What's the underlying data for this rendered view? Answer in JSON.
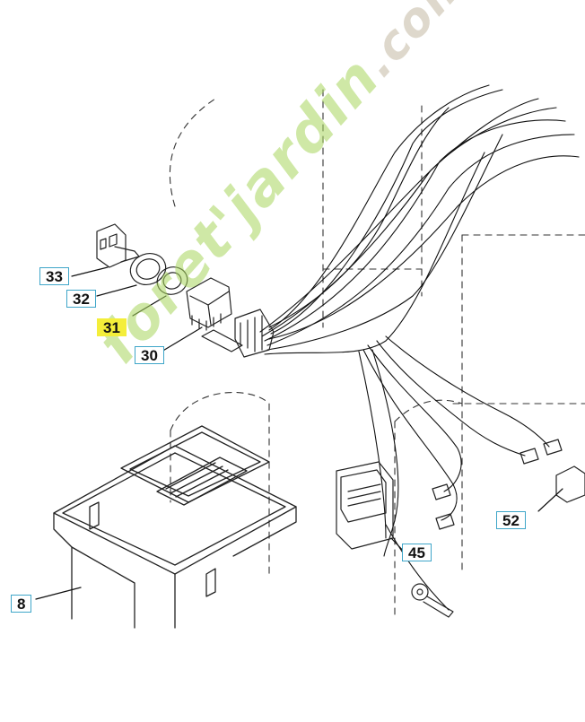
{
  "diagram": {
    "parts": [
      {
        "id": "33",
        "label": "33",
        "highlighted": false
      },
      {
        "id": "32",
        "label": "32",
        "highlighted": false
      },
      {
        "id": "31",
        "label": "31",
        "highlighted": true
      },
      {
        "id": "30",
        "label": "30",
        "highlighted": false
      },
      {
        "id": "8",
        "label": "8",
        "highlighted": false
      },
      {
        "id": "45",
        "label": "45",
        "highlighted": false
      },
      {
        "id": "52",
        "label": "52",
        "highlighted": false
      }
    ],
    "highlight_color": "#f4ee3a",
    "callout_border_color": "#3fa6c9"
  },
  "watermark": {
    "text_main": "foret'jardin",
    "text_tail": ".com",
    "color": "#a8d65c"
  }
}
